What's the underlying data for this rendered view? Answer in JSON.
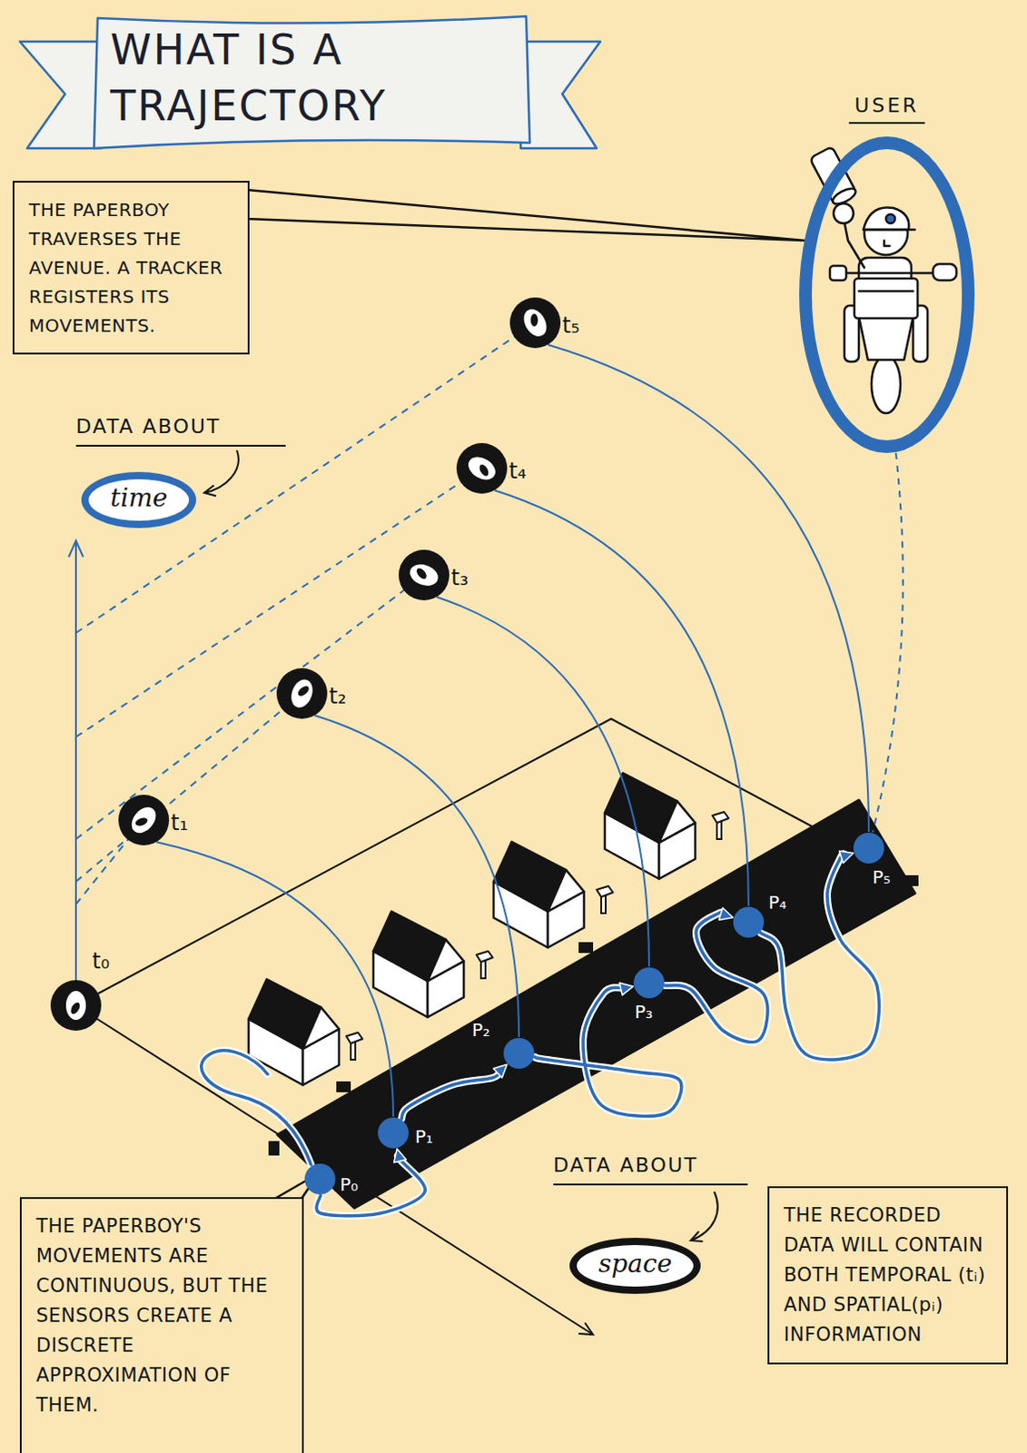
{
  "diagram": {
    "title": "WHAT IS A TRAJECTORY",
    "nodes": [
      {
        "text": [
          "THE PAPERBOY TRAVERSES THE AVENUE. A TRACKER REGISTERS ITS MOVEMENTS."
        ]
      },
      {
        "text": [
          "USER"
        ]
      },
      {
        "text": [
          "DATA ABOUT",
          "time"
        ]
      },
      {
        "text": [
          "t₀"
        ]
      },
      {
        "text": [
          "t₁"
        ]
      },
      {
        "text": [
          "t₂"
        ]
      },
      {
        "text": [
          "t₃"
        ]
      },
      {
        "text": [
          "t₄"
        ]
      },
      {
        "text": [
          "t₅"
        ]
      },
      {
        "text": [
          "P₀"
        ]
      },
      {
        "text": [
          "P₁"
        ]
      },
      {
        "text": [
          "P₂"
        ]
      },
      {
        "text": [
          "P₃"
        ]
      },
      {
        "text": [
          "P₄"
        ]
      },
      {
        "text": [
          "P₅"
        ]
      },
      {
        "text": [
          "DATA ABOUT",
          "space"
        ]
      },
      {
        "text": [
          "THE PAPERBOY'S MOVEMENTS ARE CONTINUOUS, BUT THE SENSORS CREATE A DISCRETE APPROXIMATION OF THEM."
        ]
      },
      {
        "text": [
          "THE RECORDED DATA WILL CONTAIN BOTH TEMPORAL (tᵢ) AND SPATIAL(pᵢ) INFORMATION"
        ]
      }
    ],
    "edges": [
      {
        "from": 0,
        "to": 1,
        "arrow": "none"
      },
      {
        "from": 4,
        "to": 10,
        "arrow": "none"
      },
      {
        "from": 5,
        "to": 11,
        "arrow": "none"
      },
      {
        "from": 6,
        "to": 12,
        "arrow": "none"
      },
      {
        "from": 7,
        "to": 13,
        "arrow": "none"
      },
      {
        "from": 8,
        "to": 14,
        "arrow": "none"
      },
      {
        "from": 9,
        "to": 10,
        "arrow": "to"
      },
      {
        "from": 10,
        "to": 11,
        "arrow": "to"
      },
      {
        "from": 11,
        "to": 12,
        "arrow": "to"
      },
      {
        "from": 12,
        "to": 13,
        "arrow": "to"
      },
      {
        "from": 13,
        "to": 14,
        "arrow": "to"
      },
      {
        "from": 1,
        "to": 14,
        "arrow": "none"
      }
    ]
  }
}
